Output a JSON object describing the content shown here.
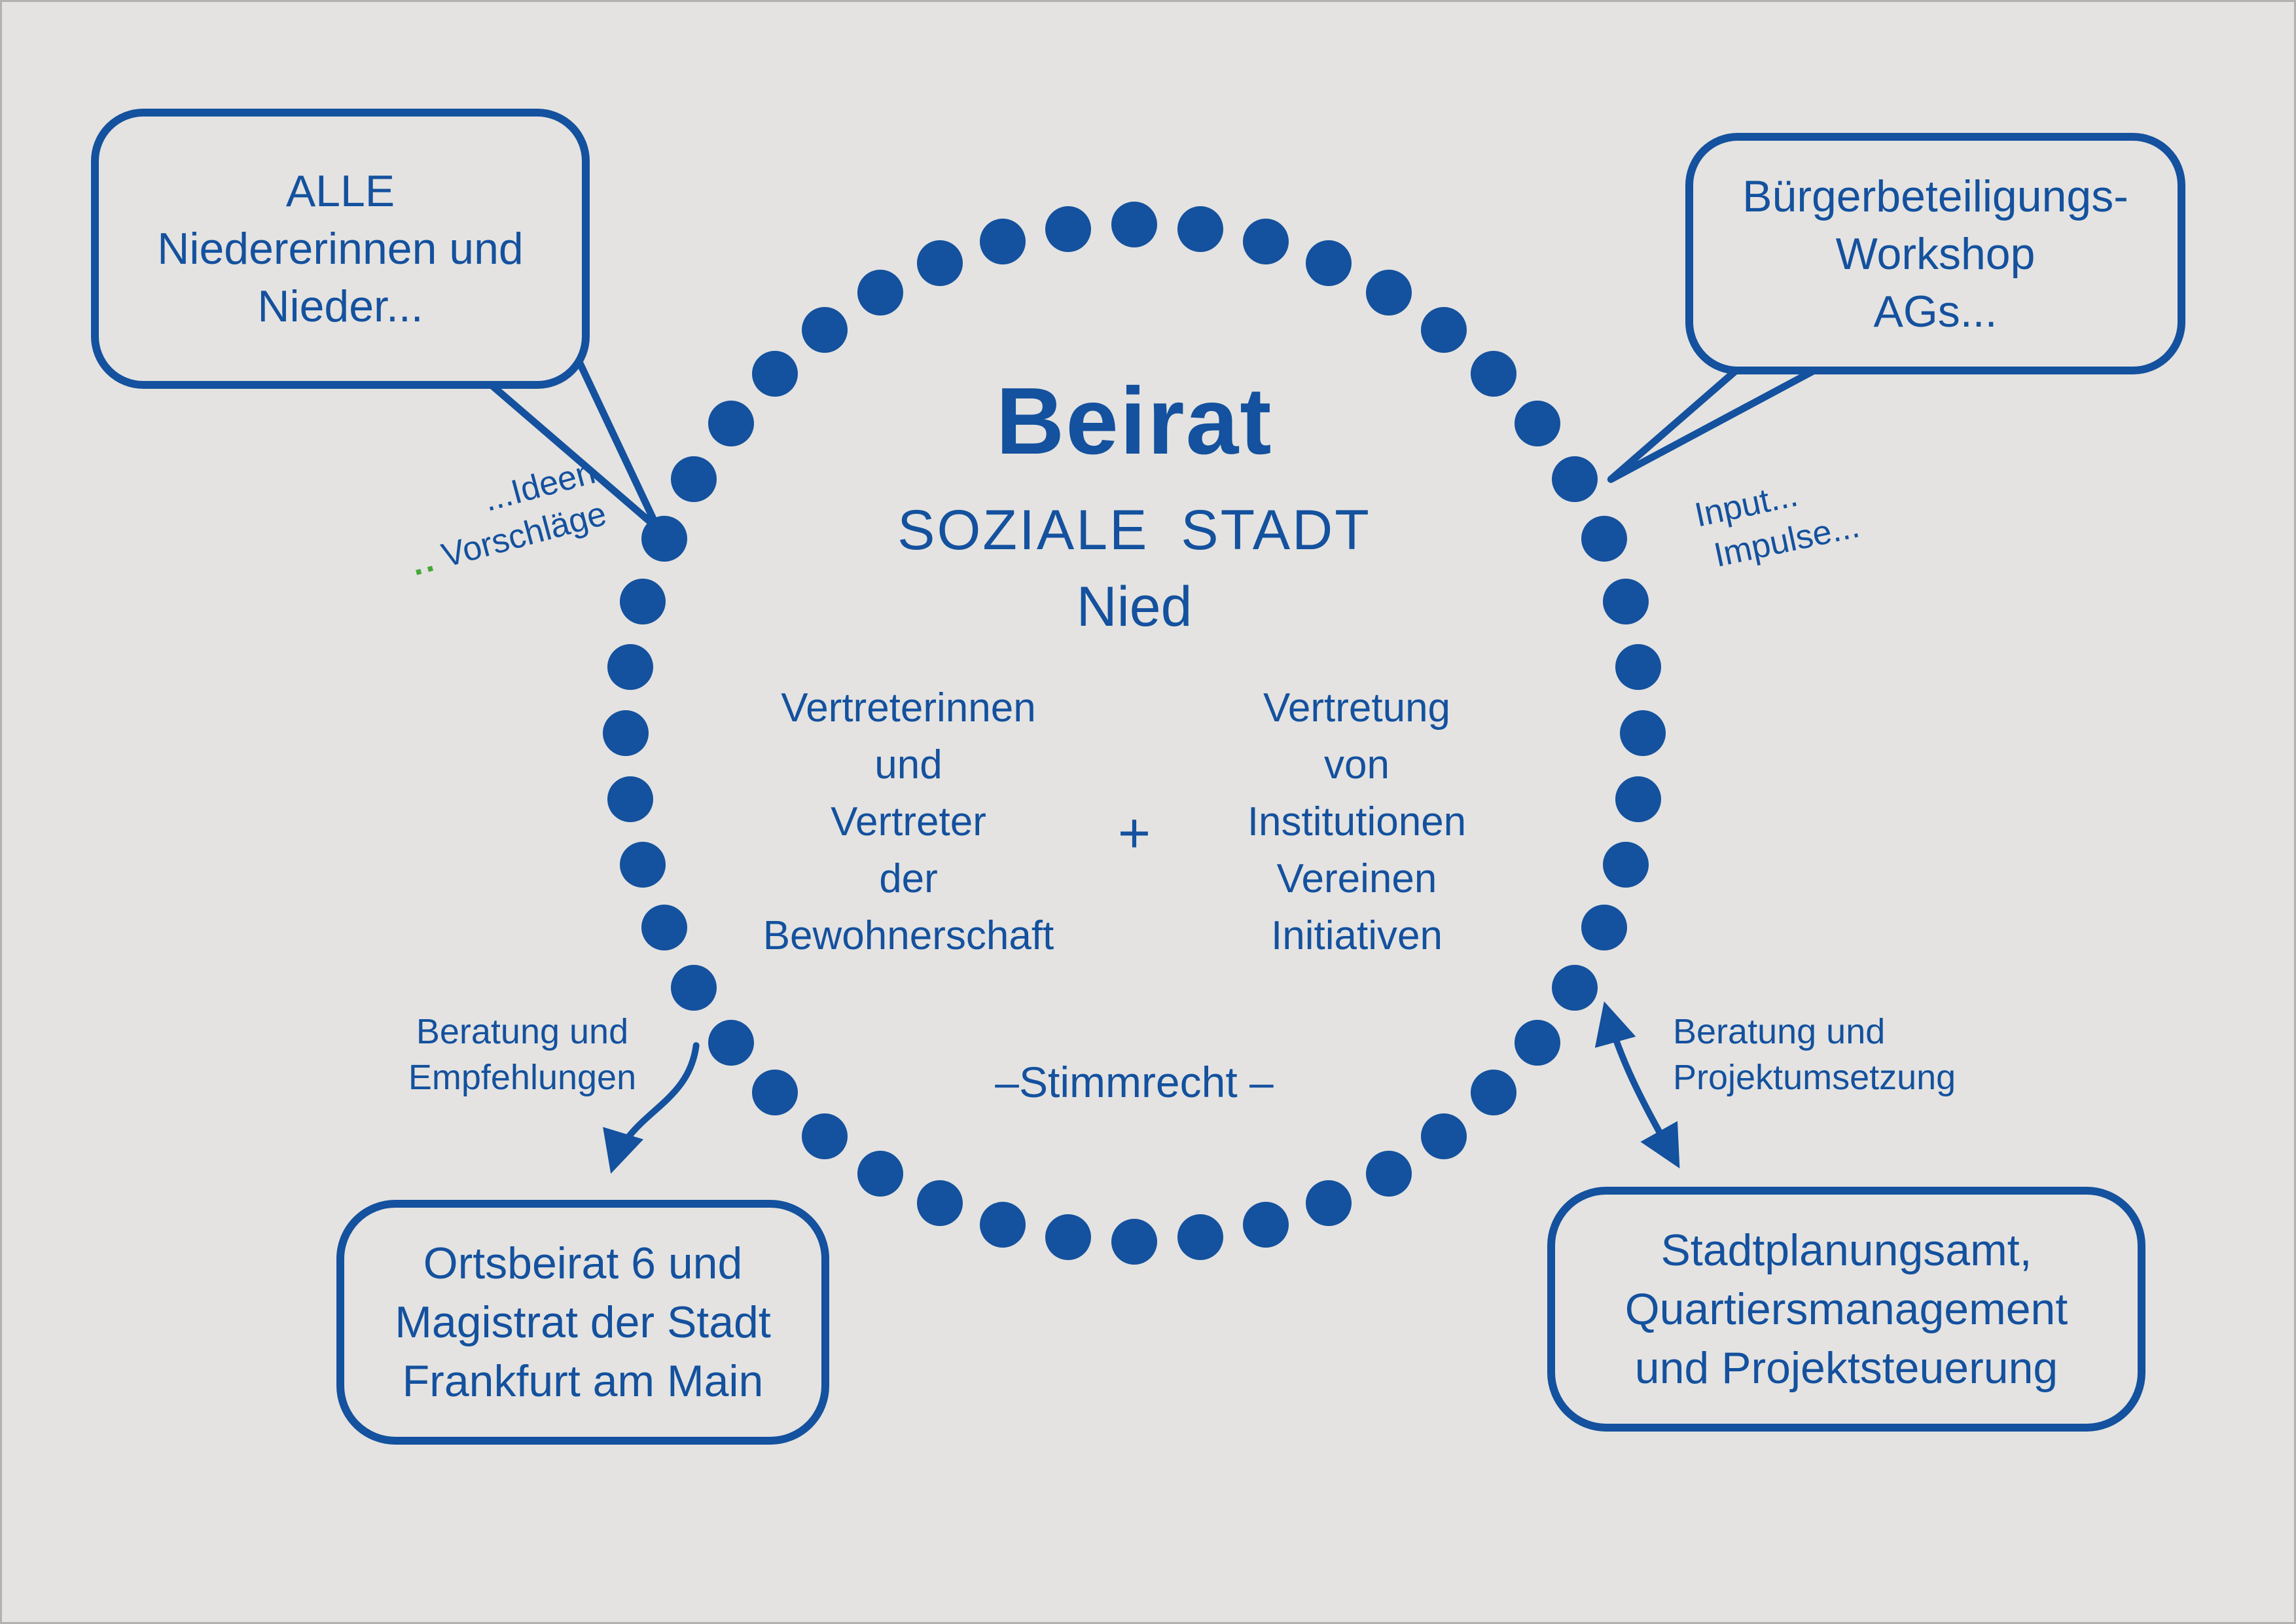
{
  "colors": {
    "accent": "#14519e",
    "background": "#e4e3e1",
    "green_accent": "#44a838"
  },
  "center": {
    "title": "Beirat",
    "subtitle": "SOZIALE STADT",
    "subtitle2": "Nied",
    "left_column": {
      "lines": [
        "Vertreterinnen",
        "und",
        "Vertreter",
        "der",
        "Bewohnerschaft"
      ]
    },
    "plus": "+",
    "right_column": {
      "lines": [
        "Vertretung",
        "von",
        "Institutionen",
        "Vereinen",
        "Initiativen"
      ]
    },
    "bottom_note": "–Stimmrecht –"
  },
  "bubbles": {
    "top_left": {
      "lines": [
        "ALLE",
        "Niedererinnen und",
        "Nieder..."
      ]
    },
    "top_right": {
      "lines": [
        "Bürgerbeteiligungs-",
        "Workshop",
        "AGs..."
      ]
    }
  },
  "boxes": {
    "bottom_left": {
      "lines": [
        "Ortsbeirat 6 und",
        "Magistrat der Stadt",
        "Frankfurt am Main"
      ]
    },
    "bottom_right": {
      "lines": [
        "Stadtplanungsamt,",
        "Quartiersmanagement",
        "und Projektsteuerung"
      ]
    }
  },
  "annotations": {
    "ideen": "...Ideen",
    "vorschlaege_dots": "..",
    "vorschlaege": "Vorschläge",
    "input": "Input...",
    "impulse": "Impulse...",
    "beratung_empfehlungen": {
      "lines": [
        "Beratung und",
        "Empfehlungen"
      ]
    },
    "beratung_projektumsetzung": {
      "lines": [
        "Beratung und",
        "Projektumsetzung"
      ]
    }
  }
}
